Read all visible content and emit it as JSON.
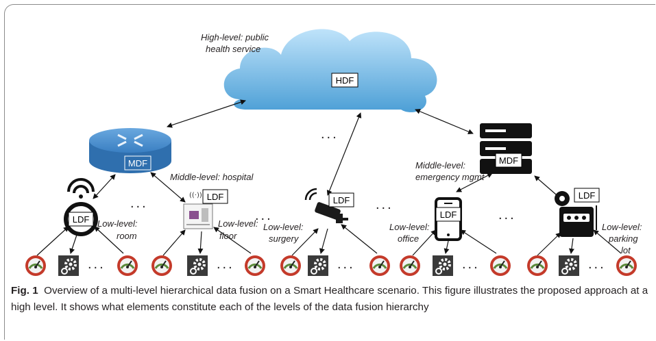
{
  "cloud": {
    "label": "HDF",
    "caption_lines": [
      "High-level: public",
      "health service"
    ]
  },
  "router": {
    "label": "MDF",
    "caption": "Middle-level: hospital"
  },
  "server": {
    "label": "MDF",
    "caption_lines": [
      "Middle-level:",
      "emergency mgmt"
    ]
  },
  "low_nodes": [
    {
      "label": "LDF",
      "caption_lines": [
        "Low-level:",
        "room"
      ]
    },
    {
      "label": "LDF",
      "caption_lines": [
        "Low-level:",
        "floor"
      ]
    },
    {
      "label": "LDF",
      "caption_lines": [
        "Low-level:",
        "surgery"
      ]
    },
    {
      "label": "LDF",
      "caption_lines": [
        "Low-level:",
        "office"
      ]
    },
    {
      "label": "LDF",
      "caption_lines": [
        "Low-level:",
        "parking",
        "lot"
      ]
    }
  ],
  "ellipsis": "...",
  "caption": {
    "fig_label": "Fig. 1",
    "text": "Overview of a multi-level hierarchical data fusion on a Smart Healthcare scenario. This figure illustrates the proposed approach at a high level. It shows what elements constitute each of the levels of the data fusion hierarchy"
  },
  "colors": {
    "cloud": "#6fb3e0",
    "router": "#3f85c6",
    "server": "#111111",
    "gauge": "#c43a2a",
    "gear_tile": "#3a3a3a"
  }
}
